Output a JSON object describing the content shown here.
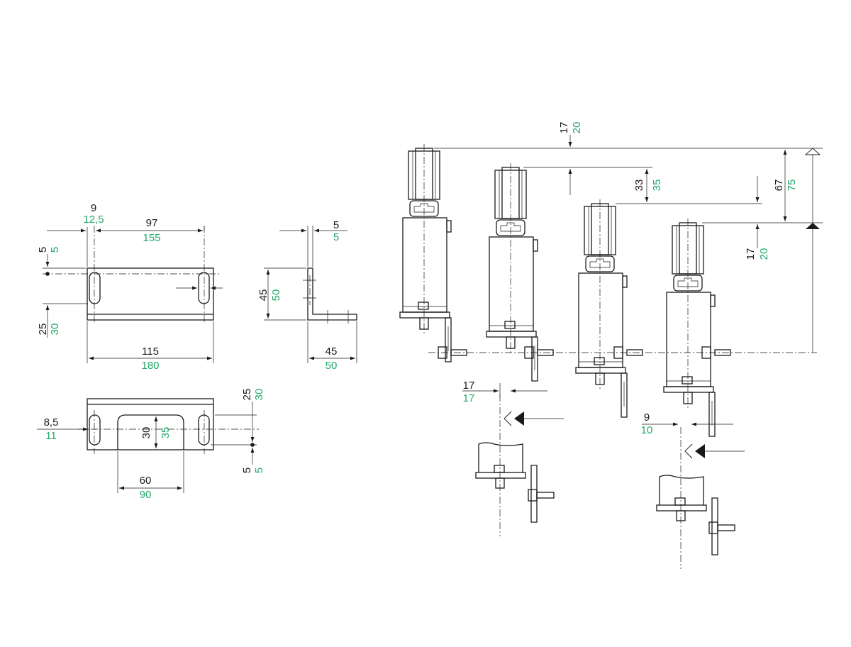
{
  "colors": {
    "primary_dimension": "#1a1a1a",
    "secondary_dimension": "#23a86a",
    "background": "#ffffff"
  },
  "bracket_front": {
    "slot_offset": {
      "black": "9",
      "green": "12,5"
    },
    "hole_pitch": {
      "black": "97",
      "green": "155"
    },
    "top_margin": {
      "black": "5",
      "green": "5"
    },
    "bottom_height": {
      "black": "25",
      "green": "30"
    },
    "overall_length": {
      "black": "115",
      "green": "180"
    }
  },
  "bracket_side": {
    "thickness": {
      "black": "5",
      "green": "5"
    },
    "height": {
      "black": "45",
      "green": "50"
    },
    "depth": {
      "black": "45",
      "green": "50"
    }
  },
  "bracket_bottom": {
    "slot_offset": {
      "black": "8,5",
      "green": "11"
    },
    "cutout_depth": {
      "black": "30",
      "green": "35"
    },
    "cutout_width": {
      "black": "60",
      "green": "90"
    },
    "top_height": {
      "black": "25",
      "green": "30"
    },
    "bottom_margin": {
      "black": "5",
      "green": "5"
    }
  },
  "switch_assembly": {
    "offset_1": {
      "black": "17",
      "green": "20"
    },
    "offset_2": {
      "black": "33",
      "green": "35"
    },
    "offset_3": {
      "black": "17",
      "green": "20"
    },
    "total_travel": {
      "black": "67",
      "green": "75"
    },
    "detail_left": {
      "black": "17",
      "green": "17"
    },
    "detail_right": {
      "black": "9",
      "green": "10"
    }
  }
}
